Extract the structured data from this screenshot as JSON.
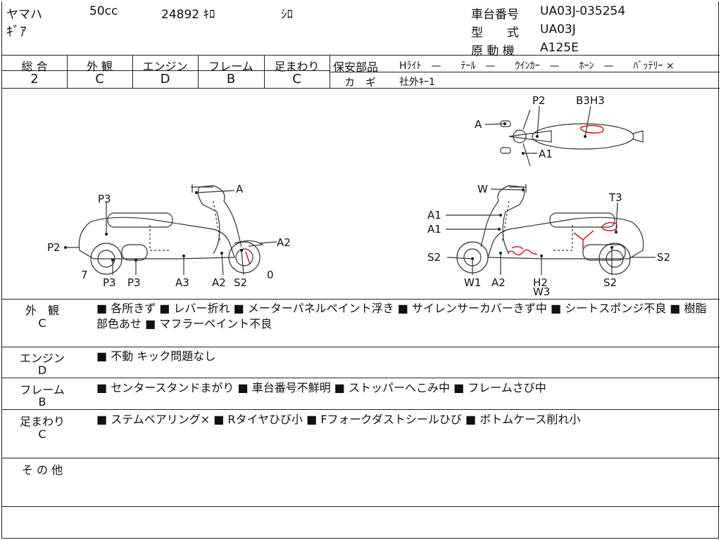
{
  "header": {
    "maker": "ヤマハ",
    "displacement": "50cc",
    "mileage": "24892 ｷﾛ",
    "color": "ｼﾛ",
    "model_name": "ｷﾞｱ",
    "frame_no_label": "車台番号",
    "frame_no": "UA03J-035254",
    "type_label": "型　　式",
    "type_value": "UA03J",
    "engine_label": "原 動 機",
    "engine_value": "A125E"
  },
  "grades": {
    "headers": [
      "総 合",
      "外 観",
      "エンジン",
      "フレーム",
      "足まわり"
    ],
    "values": [
      "2",
      "C",
      "D",
      "B",
      "C"
    ]
  },
  "safety": {
    "label": "保安部品",
    "items_text": "Hﾗｲﾄ　—　　ﾃｰﾙ　—　　ｳｲﾝｶｰ　—　　ﾎｰﾝ　—　　ﾊﾞｯﾃﾘｰ ×",
    "key_label": "カ　ギ",
    "key_value": "社外ｷｰ1"
  },
  "diagram": {
    "left_labels": [
      "A",
      "P3",
      "P2",
      "A2",
      "7",
      "0",
      "P3",
      "P3",
      "A3",
      "A2",
      "S2"
    ],
    "top_labels": [
      "P2",
      "B3H3",
      "A",
      "A1"
    ],
    "right_labels": [
      "W",
      "T3",
      "A1",
      "A1",
      "S2",
      "S2",
      "W1",
      "A2",
      "H2",
      "W3",
      "S2"
    ]
  },
  "sections": [
    {
      "label": "外　観",
      "grade": "C",
      "text": "■ 各所きず ■ レバー折れ ■ メーターパネルペイント浮き ■ サイレンサーカバーきず中 ■ シートスポンジ不良 ■ 樹脂部色あせ ■ マフラーペイント不良"
    },
    {
      "label": "エンジン",
      "grade": "D",
      "text": "■ 不動 キック問題なし"
    },
    {
      "label": "フレーム",
      "grade": "B",
      "text": "■ センタースタンドまがり ■ 車台番号不鮮明 ■ ストッパーへこみ中 ■ フレームさび中"
    },
    {
      "label": "足まわり",
      "grade": "C",
      "text": "■ ステムベアリング× ■ Rタイヤひび小 ■ Fフォークダストシールひび ■ ボトムケース削れ小"
    },
    {
      "label": "そ の 他",
      "grade": "",
      "text": ""
    }
  ],
  "colors": {
    "ink": "#111111",
    "line": "#222222",
    "damage": "#c81e1e"
  }
}
